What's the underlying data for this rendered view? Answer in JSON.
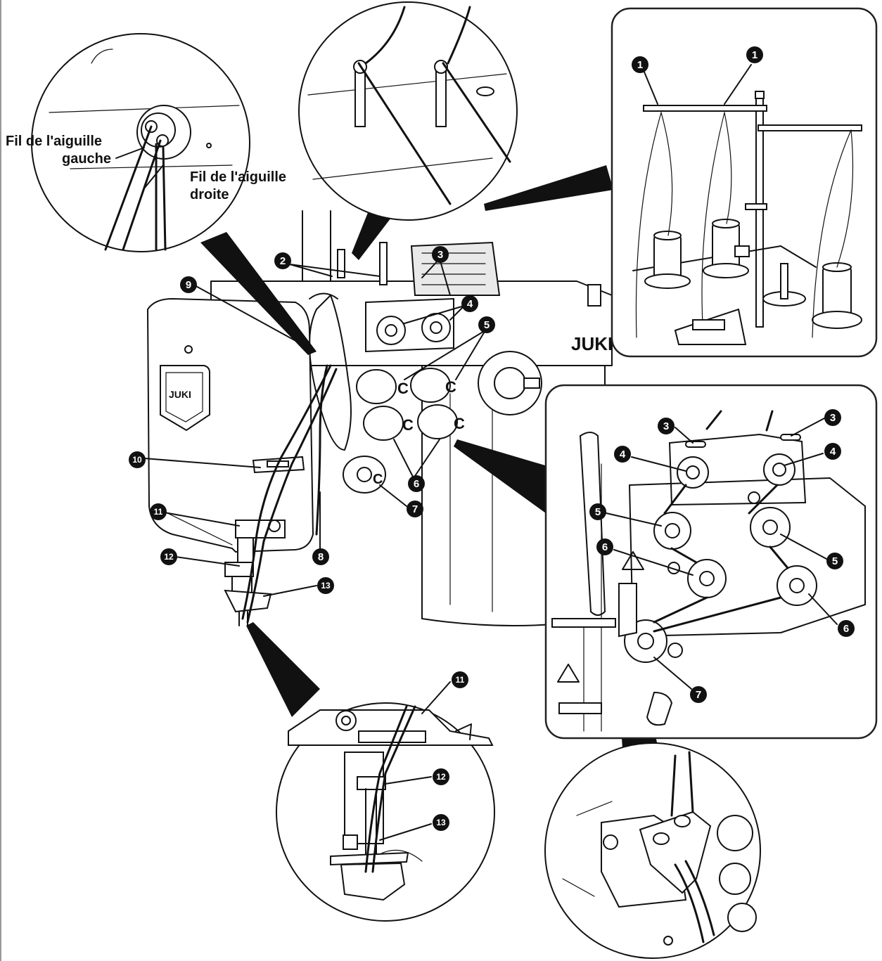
{
  "labels": {
    "left_needle_thread": [
      "Fil de l'aiguille",
      "gauche"
    ],
    "right_needle_thread": [
      "Fil de l'aiguille",
      "droite"
    ],
    "brand": "JUKI"
  },
  "badges": [
    "1",
    "2",
    "3",
    "4",
    "5",
    "6",
    "7",
    "8",
    "9",
    "10",
    "11",
    "12",
    "13"
  ],
  "colors": {
    "ink": "#111111",
    "paper": "#ffffff",
    "panel_border": "#222222"
  }
}
